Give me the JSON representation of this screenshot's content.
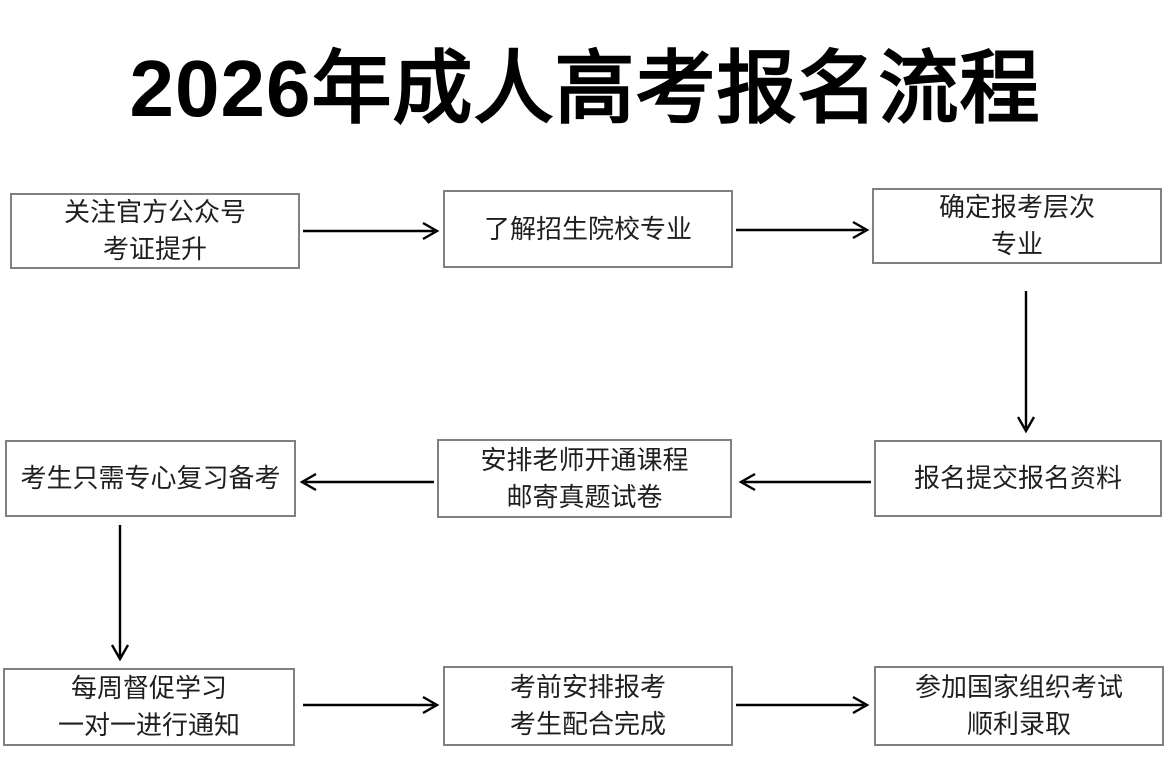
{
  "title": "2026年成人高考报名流程",
  "flowchart": {
    "boxes": [
      {
        "line1": "关注官方公众号",
        "line2": "考证提升"
      },
      {
        "line1": "了解招生院校专业"
      },
      {
        "line1": "确定报考层次",
        "line2": "专业"
      },
      {
        "line1": "报名提交报名资料"
      },
      {
        "line1": "安排老师开通课程",
        "line2": "邮寄真题试卷"
      },
      {
        "line1": "考生只需专心复习备考"
      },
      {
        "line1": "每周督促学习",
        "line2": "一对一进行通知"
      },
      {
        "line1": "考前安排报考",
        "line2": "考生配合完成"
      },
      {
        "line1": "参加国家组织考试",
        "line2": "顺利录取"
      }
    ],
    "colors": {
      "background": "#ffffff",
      "box_border": "#808080",
      "box_text": "#1f1f1f",
      "arrow": "#000000",
      "title": "#000000"
    }
  }
}
